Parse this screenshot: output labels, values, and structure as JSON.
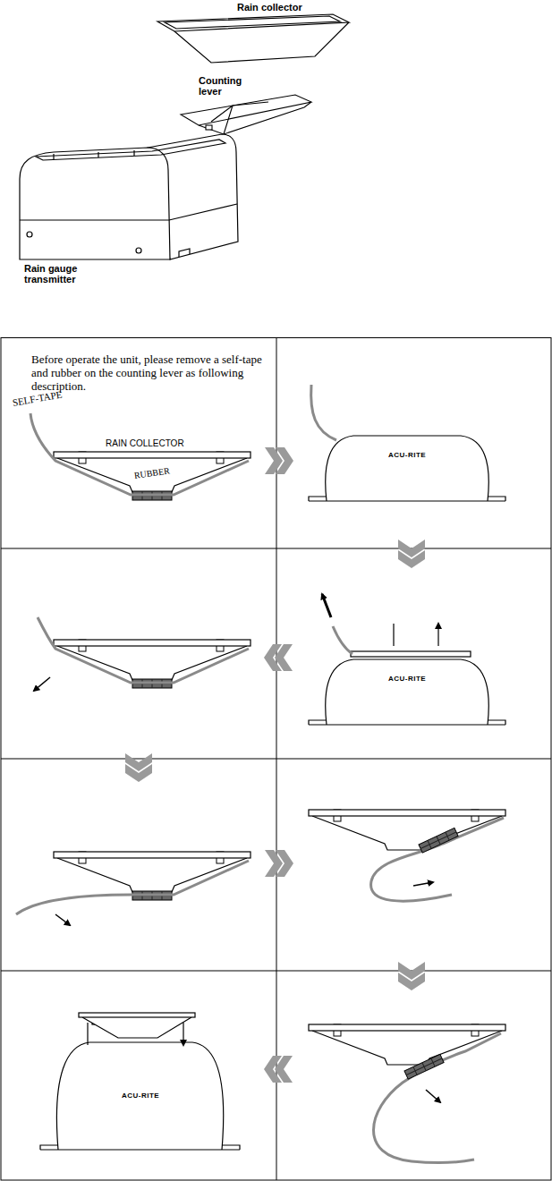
{
  "diagram": {
    "labels": [
      "Rain collector",
      "Counting lever",
      "Rain gauge transmitter",
      "Before operate the unit, please remove a self-tape and rubber on the counting lever as following description.",
      "SELF-TAPE",
      "RAIN COLLECTOR",
      "RUBBER",
      "ACU-RITE",
      "ACU-RITE",
      "ACU-RITE"
    ]
  }
}
